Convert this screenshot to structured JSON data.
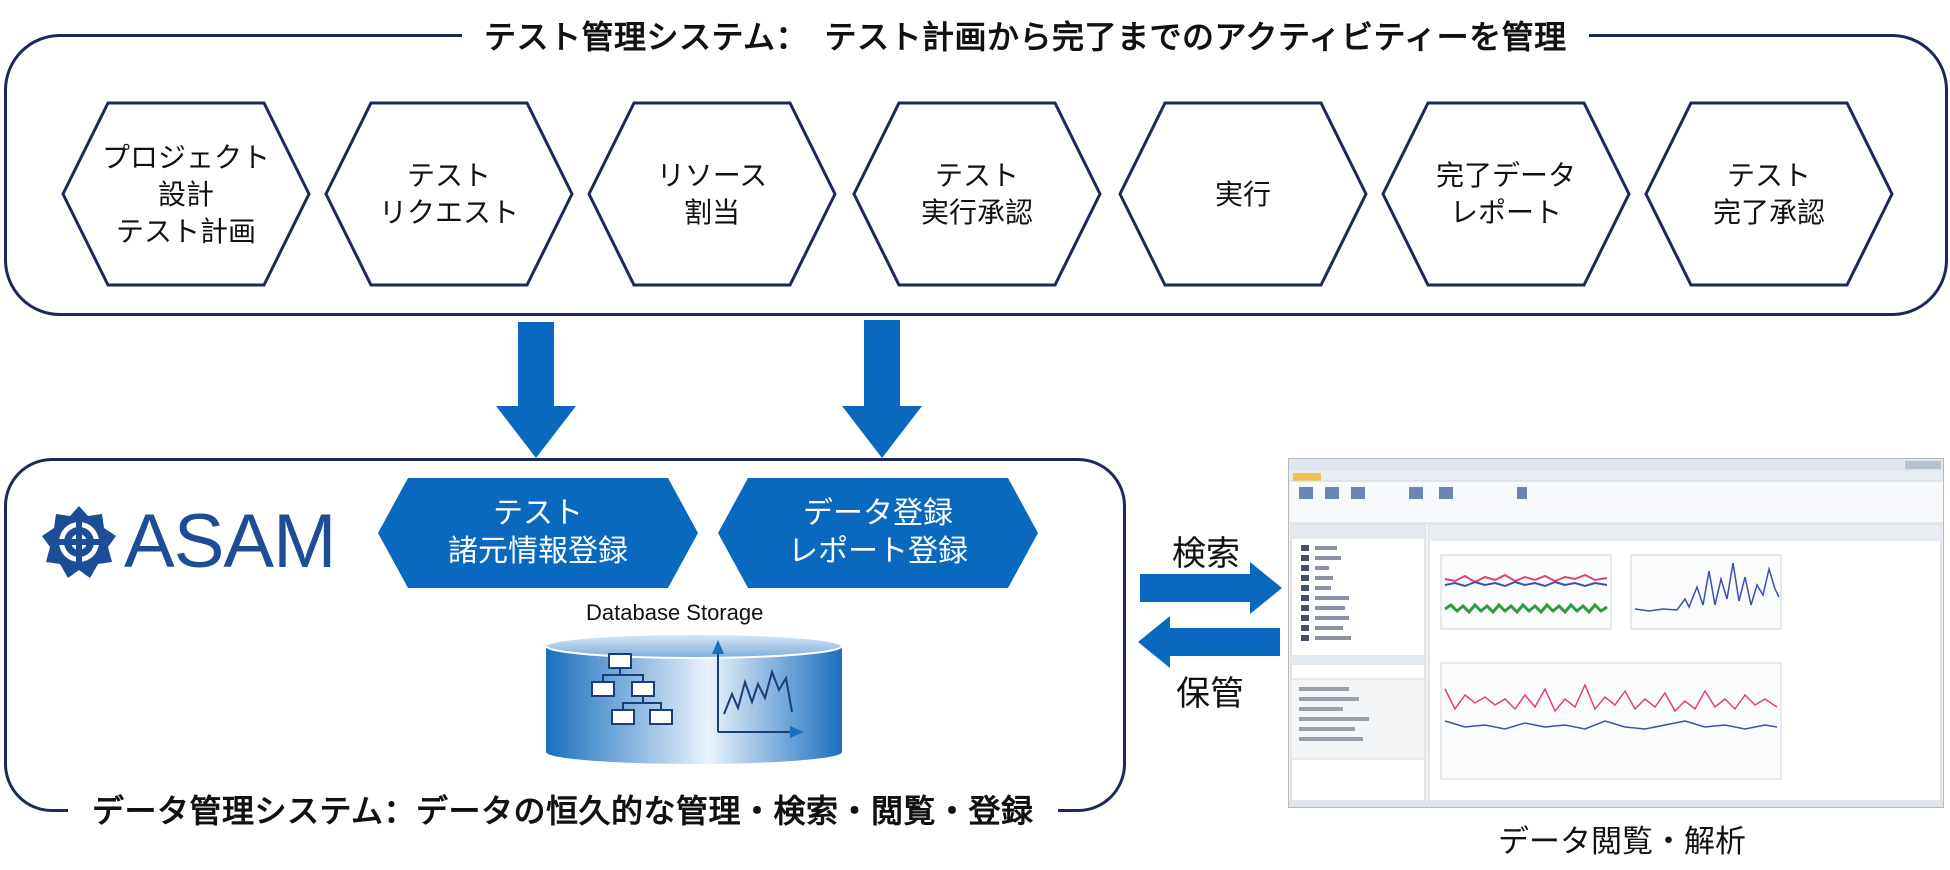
{
  "top_system": {
    "title": "テスト管理システム：　テスト計画から完了までのアクティビティーを管理",
    "steps": [
      {
        "label": "プロジェクト\n設計\nテスト計画"
      },
      {
        "label": "テスト\nリクエスト"
      },
      {
        "label": "リソース\n割当"
      },
      {
        "label": "テスト\n実行承認"
      },
      {
        "label": "実行"
      },
      {
        "label": "完了データ\nレポート"
      },
      {
        "label": "テスト\n完了承認"
      }
    ]
  },
  "bottom_system": {
    "title": "データ管理システム：データの恒久的な管理・検索・閲覧・登録",
    "logo_text": "ASAM",
    "actions": [
      {
        "label": "テスト\n諸元情報登録"
      },
      {
        "label": "データ登録\nレポート登録"
      }
    ],
    "storage_label": "Database Storage"
  },
  "exchange": {
    "search_label": "検索",
    "store_label": "保管"
  },
  "viewer": {
    "caption": "データ閲覧・解析"
  },
  "colors": {
    "accent_blue": "#0a69bf",
    "dark_navy": "#1b2a5a",
    "pink_series": "#e0436b",
    "blue_series": "#3a4fb0",
    "green_series": "#2f9a3c"
  }
}
